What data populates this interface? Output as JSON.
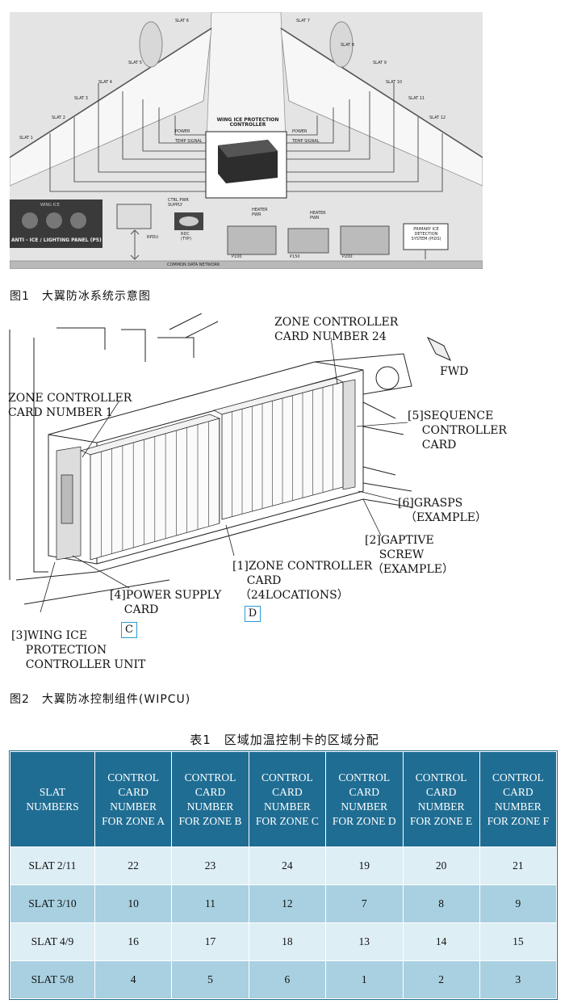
{
  "figure1": {
    "caption": "图1　大翼防冰系统示意图",
    "controller_title": "WING ICE PROTECTION CONTROLLER",
    "slats_left": [
      "SLAT 1",
      "SLAT 2",
      "SLAT 3",
      "SLAT 4",
      "SLAT 5",
      "SLAT 6"
    ],
    "slats_right": [
      "SLAT 7",
      "SLAT 8",
      "SLAT 9",
      "SLAT 10",
      "SLAT 11",
      "SLAT 12"
    ],
    "signals": [
      "POWER",
      "TEMP SIGNAL"
    ],
    "panel_label": "ANTI - ICE / LIGHTING PANEL (P5)",
    "panel_title": "WING ICE",
    "rpdu": "RPDU",
    "ctrl_pwr": "CTRL PWR SUPPLY",
    "rdc": "RDC (TYP)",
    "heater_pwr": "HEATER PWR",
    "p_labels": [
      "P100",
      "P150",
      "P200"
    ],
    "pids": "PRIMARY ICE DETECTION SYSTEM (PIDS)",
    "network": "COMMON DATA NETWORK"
  },
  "figure2": {
    "caption": "图2　大翼防冰控制组件(WIPCU)",
    "labels": {
      "zc24": "ZONE CONTROLLER\nCARD NUMBER 24",
      "fwd": "FWD",
      "zc1": "ZONE CONTROLLER\nCARD NUMBER 1",
      "seq": "[5]SEQUENCE\n    CONTROLLER\n    CARD",
      "grasps": "[6]GRASPS\n  （EXAMPLE）",
      "captive": "[2]GAPTIVE\n    SCREW\n  （EXAMPLE）",
      "zcc": "[1]ZONE CONTROLLER\n    CARD\n  （24LOCATIONS）",
      "psu": "[4]POWER SUPPLY\n    CARD",
      "wipcu": "[3]WING ICE\n    PROTECTION\n    CONTROLLER UNIT"
    },
    "box_c": "C",
    "box_d": "D"
  },
  "table": {
    "title": "表1　区域加温控制卡的区域分配",
    "headers": [
      "SLAT NUMBERS",
      "CONTROL CARD NUMBER FOR ZONE A",
      "CONTROL CARD NUMBER FOR ZONE B",
      "CONTROL CARD NUMBER FOR ZONE C",
      "CONTROL CARD NUMBER FOR ZONE D",
      "CONTROL CARD NUMBER FOR ZONE E",
      "CONTROL CARD NUMBER FOR ZONE F"
    ],
    "rows": [
      [
        "SLAT 2/11",
        "22",
        "23",
        "24",
        "19",
        "20",
        "21"
      ],
      [
        "SLAT 3/10",
        "10",
        "11",
        "12",
        "7",
        "8",
        "9"
      ],
      [
        "SLAT 4/9",
        "16",
        "17",
        "18",
        "13",
        "14",
        "15"
      ],
      [
        "SLAT 5/8",
        "4",
        "5",
        "6",
        "1",
        "2",
        "3"
      ]
    ]
  }
}
